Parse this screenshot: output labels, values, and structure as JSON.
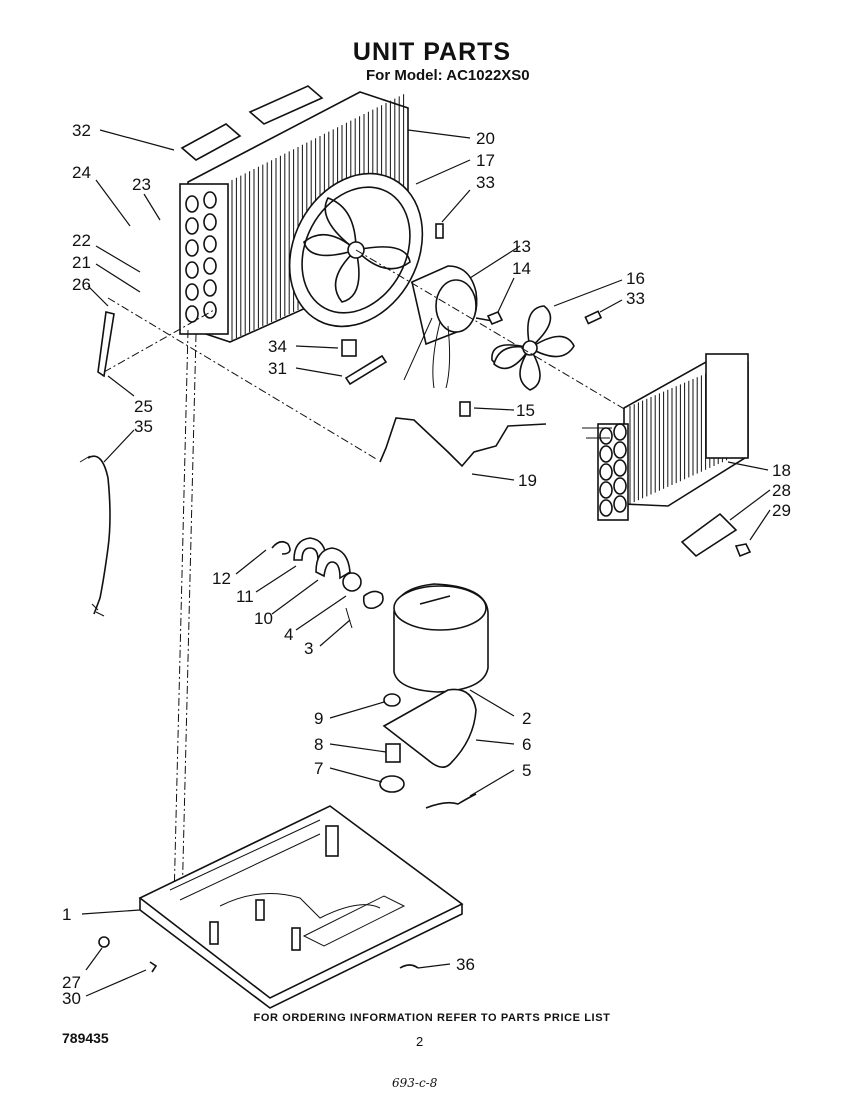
{
  "title": "UNIT PARTS",
  "subtitle": "For Model: AC1022XS0",
  "footer": "FOR ORDERING INFORMATION REFER TO PARTS PRICE LIST",
  "document_number": "789435",
  "page_number": "2",
  "handwritten_note": "693-c-8",
  "callouts": [
    {
      "id": "32",
      "label": "32"
    },
    {
      "id": "20",
      "label": "20"
    },
    {
      "id": "17",
      "label": "17"
    },
    {
      "id": "24",
      "label": "24"
    },
    {
      "id": "23",
      "label": "23"
    },
    {
      "id": "33a",
      "label": "33"
    },
    {
      "id": "22",
      "label": "22"
    },
    {
      "id": "13",
      "label": "13"
    },
    {
      "id": "21",
      "label": "21"
    },
    {
      "id": "14",
      "label": "14"
    },
    {
      "id": "26",
      "label": "26"
    },
    {
      "id": "16",
      "label": "16"
    },
    {
      "id": "33b",
      "label": "33"
    },
    {
      "id": "34",
      "label": "34"
    },
    {
      "id": "31",
      "label": "31"
    },
    {
      "id": "25",
      "label": "25"
    },
    {
      "id": "15",
      "label": "15"
    },
    {
      "id": "35",
      "label": "35"
    },
    {
      "id": "18",
      "label": "18"
    },
    {
      "id": "19",
      "label": "19"
    },
    {
      "id": "28",
      "label": "28"
    },
    {
      "id": "29",
      "label": "29"
    },
    {
      "id": "12",
      "label": "12"
    },
    {
      "id": "11",
      "label": "11"
    },
    {
      "id": "10",
      "label": "10"
    },
    {
      "id": "4",
      "label": "4"
    },
    {
      "id": "3",
      "label": "3"
    },
    {
      "id": "9",
      "label": "9"
    },
    {
      "id": "2",
      "label": "2"
    },
    {
      "id": "8",
      "label": "8"
    },
    {
      "id": "6",
      "label": "6"
    },
    {
      "id": "7",
      "label": "7"
    },
    {
      "id": "5",
      "label": "5"
    },
    {
      "id": "1",
      "label": "1"
    },
    {
      "id": "27",
      "label": "27"
    },
    {
      "id": "36",
      "label": "36"
    },
    {
      "id": "30",
      "label": "30"
    }
  ]
}
